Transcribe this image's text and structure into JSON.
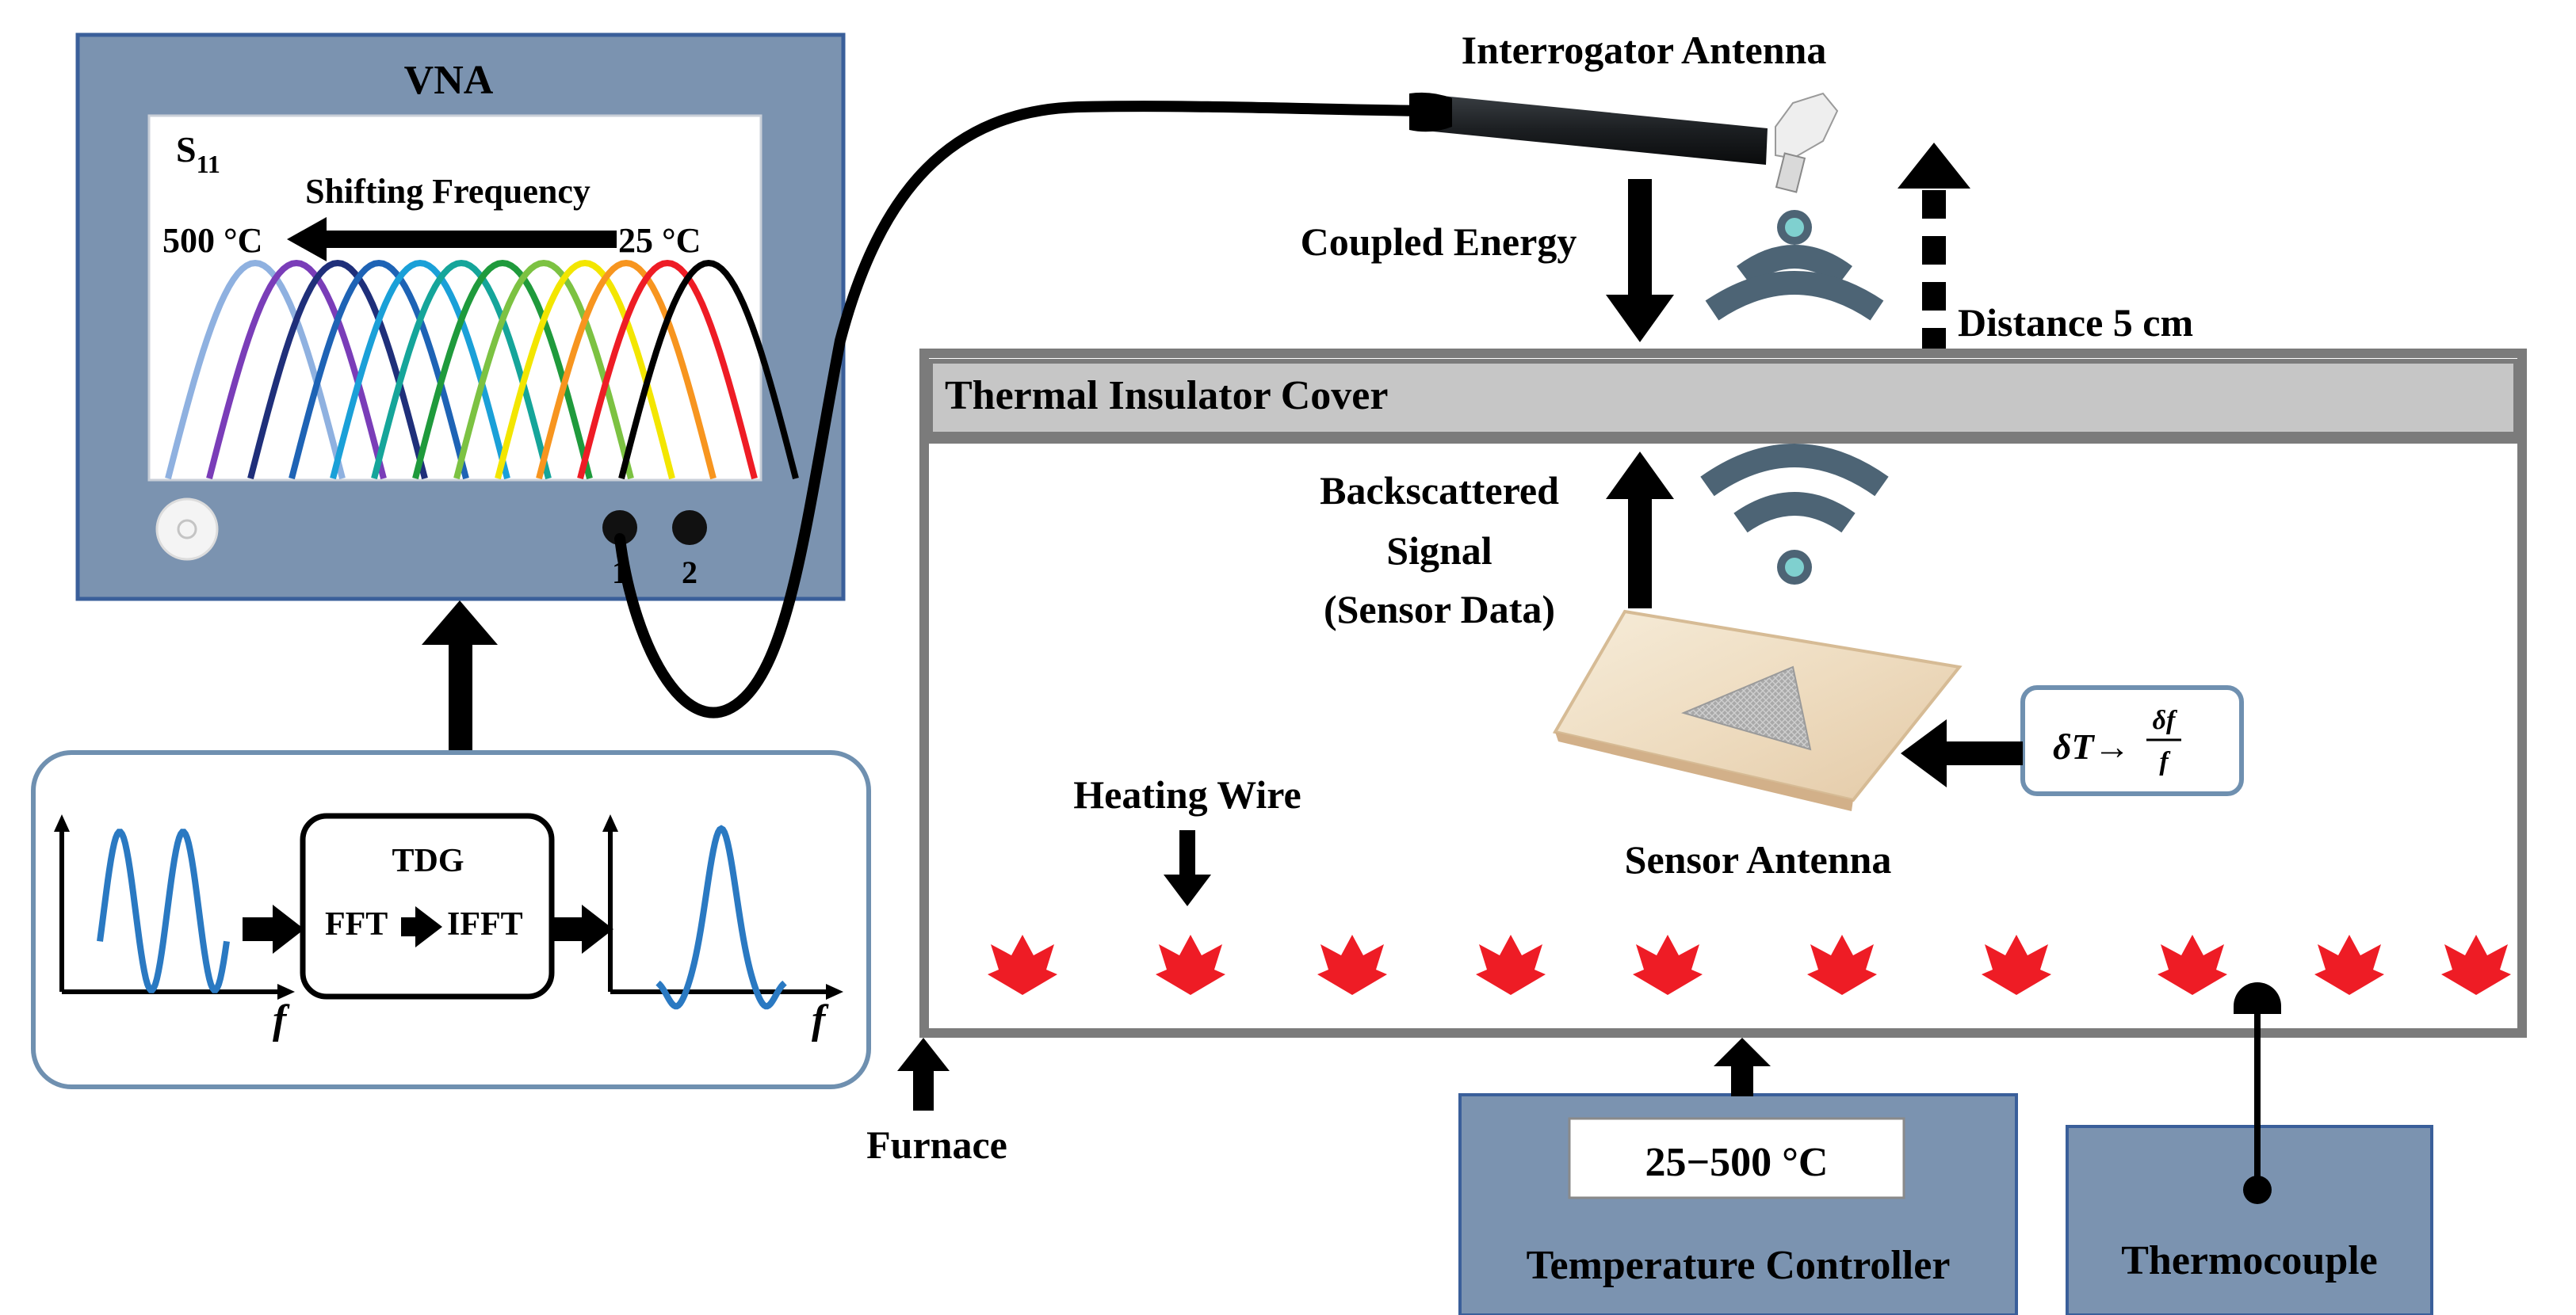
{
  "colors": {
    "panel_blue": "#7b93b0",
    "panel_border": "#3a5f9a",
    "insulator_gray": "#c6c6c6",
    "frame_gray": "#7b7b7b",
    "heat_red": "#ee1c25",
    "wifi_slate": "#4d6475",
    "wifi_dot": "#7fd0cf",
    "tdg_border": "#6f90b0",
    "sine_blue": "#2a79c2"
  },
  "vna": {
    "title": "VNA",
    "s11_main": "S",
    "s11_sub": "11",
    "shift_label": "Shifting Frequency",
    "temp_high": "500 °C",
    "temp_low": "25 °C",
    "port1": "1",
    "port2": "2",
    "curve_colors": [
      "#8fb1e0",
      "#7a3db8",
      "#1f2f7a",
      "#1e63b5",
      "#1aa0d8",
      "#15a59a",
      "#1f9a3c",
      "#7cc242",
      "#f3e600",
      "#f7951f",
      "#ee1c25",
      "#000000"
    ]
  },
  "tdg": {
    "title": "TDG",
    "fft": "FFT",
    "ifft": "IFFT",
    "axis_f": "f"
  },
  "labels": {
    "interrogator": "Interrogator Antenna",
    "coupled": "Coupled Energy",
    "distance": "Distance 5 cm",
    "insulator": "Thermal Insulator Cover",
    "backscatter_1": "Backscattered",
    "backscatter_2": "Signal",
    "backscatter_3": "(Sensor Data)",
    "sensor": "Sensor Antenna",
    "delta_t": "δT→",
    "delta_f": "δf",
    "delta_f_den": "f",
    "heating": "Heating Wire",
    "furnace": "Furnace",
    "temp_range": "25−500 °C",
    "controller": "Temperature Controller",
    "thermocouple": "Thermocouple"
  }
}
